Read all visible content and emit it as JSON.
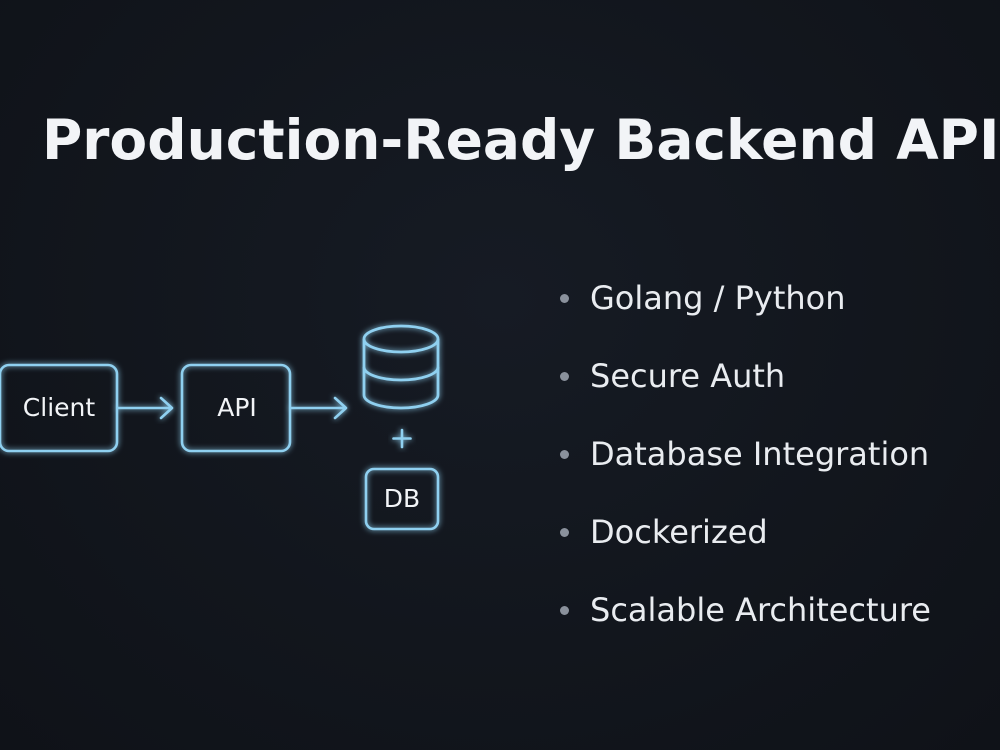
{
  "title": "Production-Ready Backend API",
  "diagram": {
    "nodes": {
      "client": "Client",
      "api": "API",
      "db": "DB"
    },
    "plus": "+",
    "database_icon": "database-cylinder-icon",
    "accent_color": "#8fd0f0"
  },
  "features": [
    "Golang / Python",
    "Secure Auth",
    "Database Integration",
    "Dockerized",
    "Scalable Architecture"
  ]
}
